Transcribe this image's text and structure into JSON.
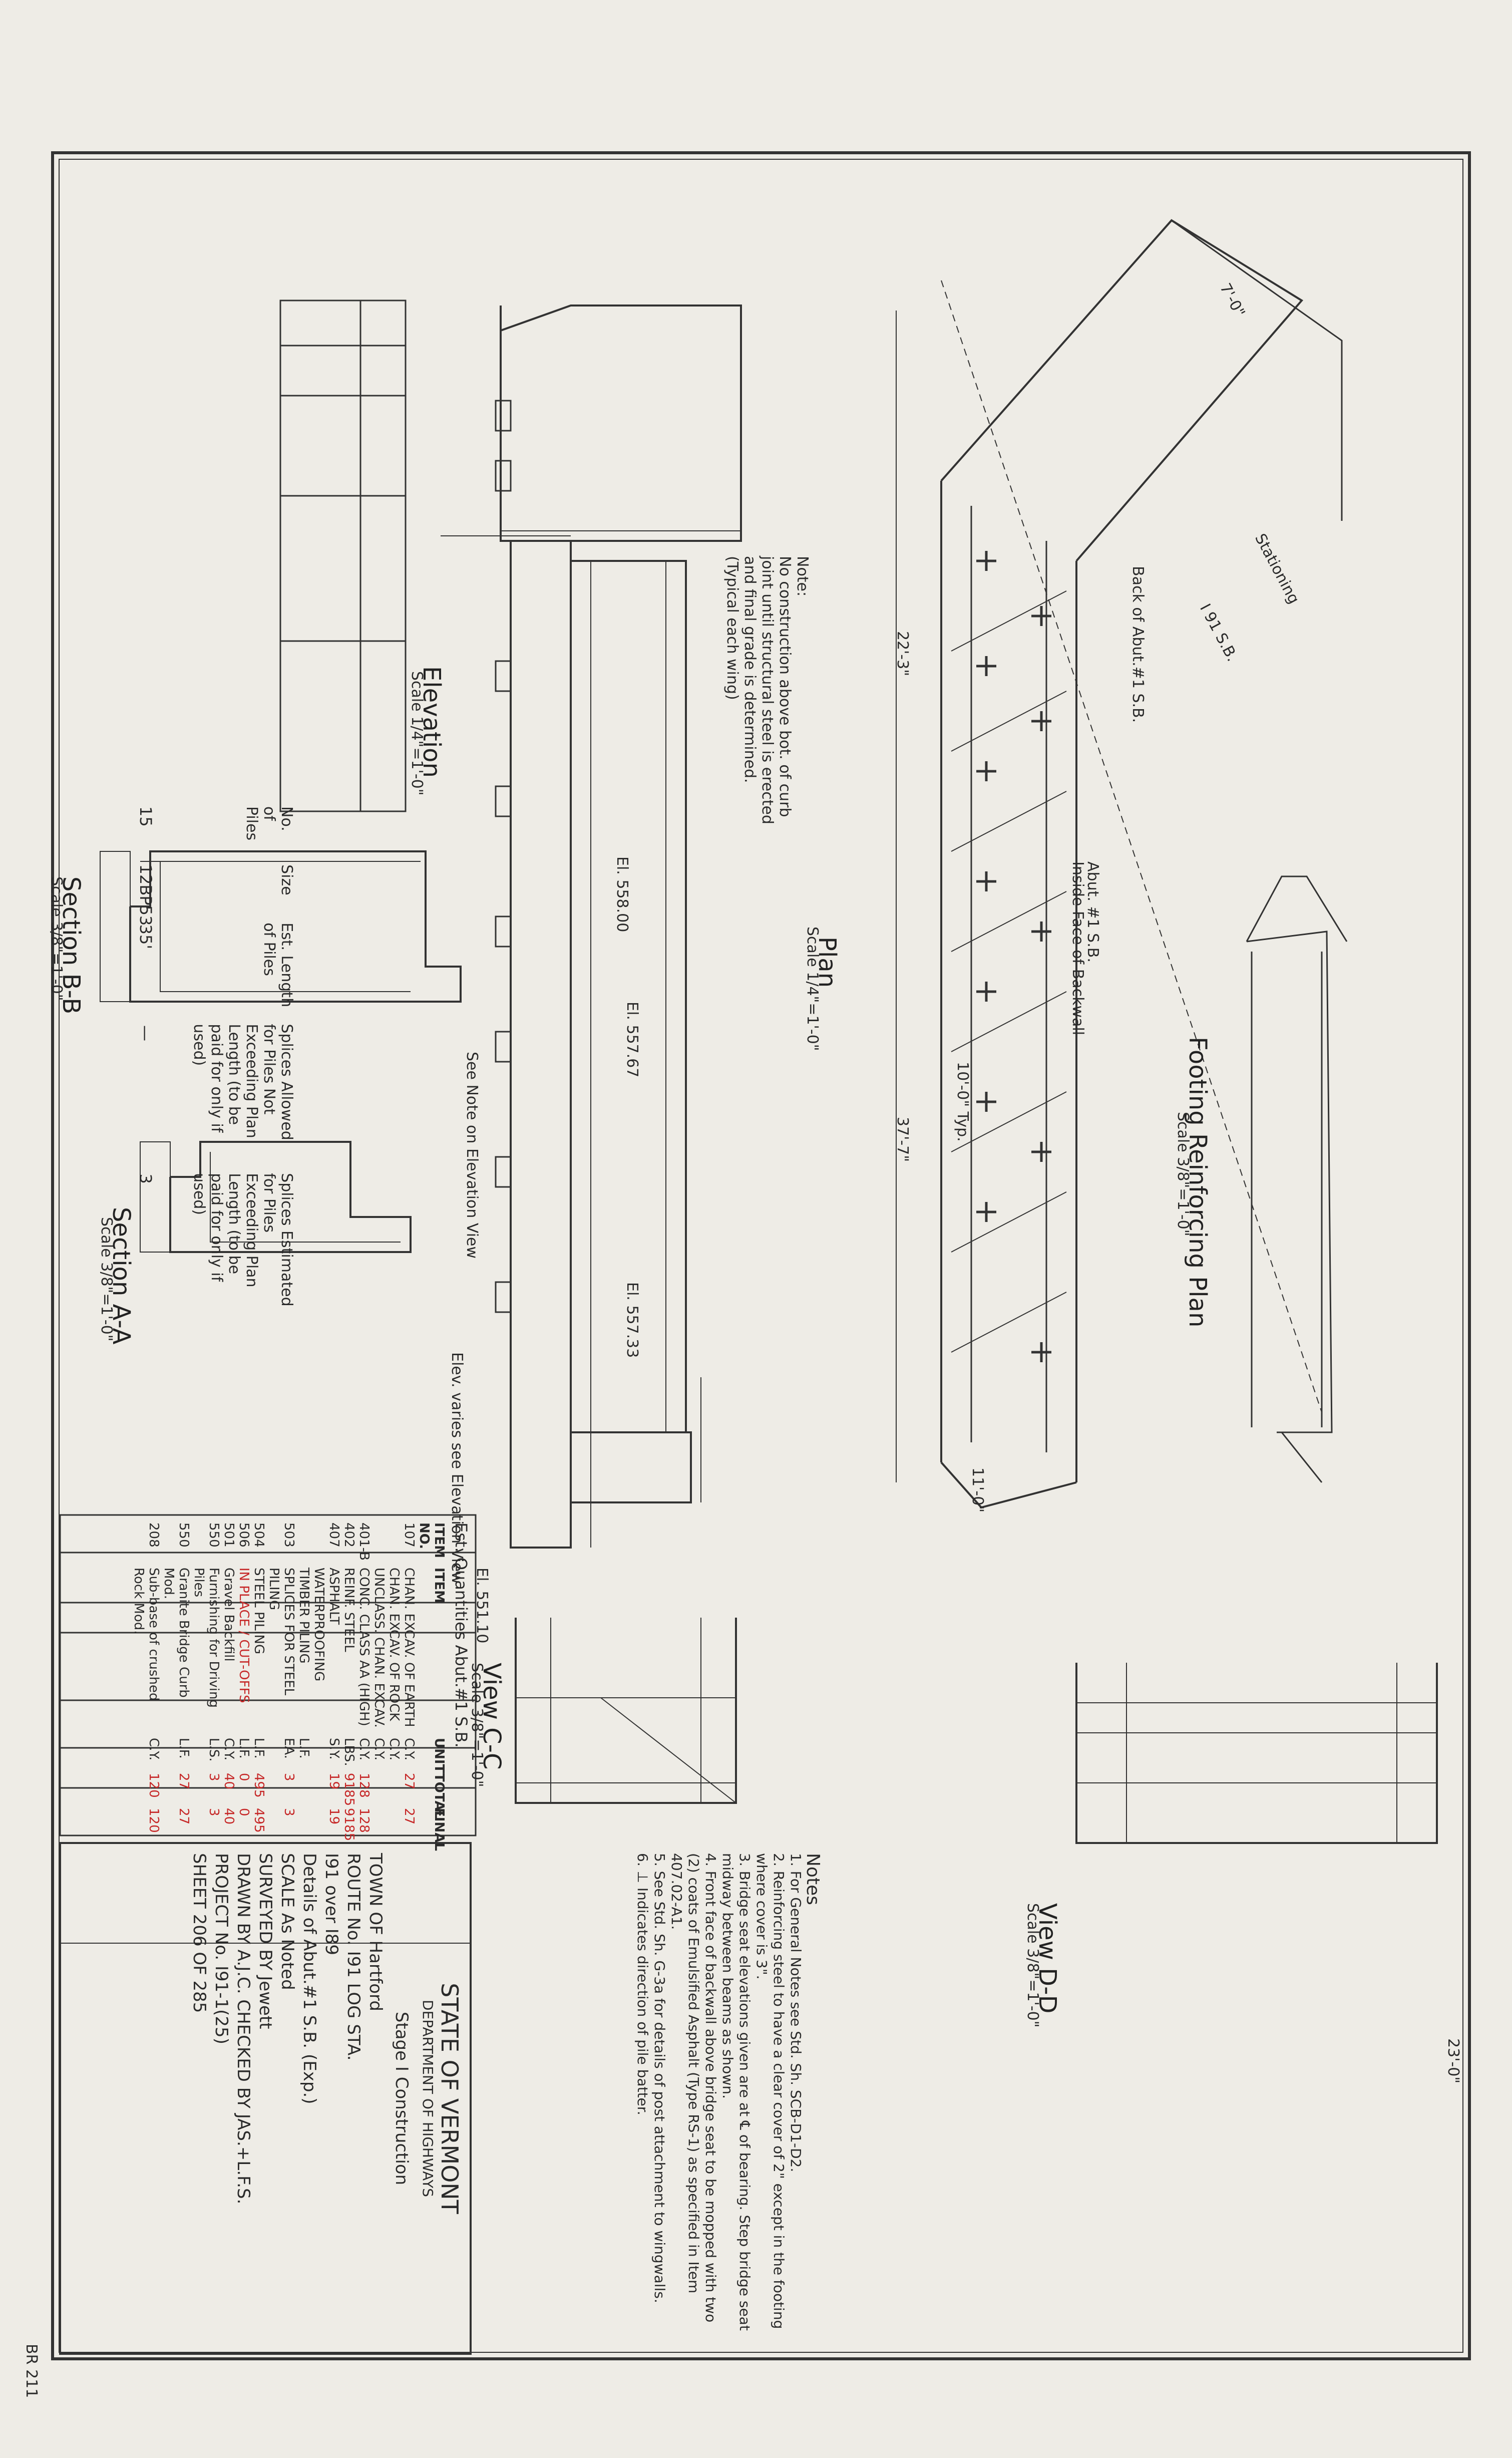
{
  "title_block": {
    "state": "STATE OF VERMONT",
    "department": "DEPARTMENT OF HIGHWAYS",
    "town": "TOWN OF Hartford",
    "route": "ROUTE No. I91 LOG STA.",
    "project_line": "I91 over I89",
    "drawing_title": "Details of Abut.#1 S.B. (Exp.)",
    "scale": "SCALE As Noted",
    "surveyed": "SURVEYED BY Jewett",
    "drawn": "DRAWN BY A.J.C. CHECKED BY JAS.+L.F.S.",
    "project_no": "PROJECT No. I91-1(25)",
    "sheet": "SHEET 206 OF 285",
    "stage": "Stage I Construction",
    "ref": "BR 211"
  },
  "piles_table": {
    "headers": [
      "No. of Piles",
      "Size",
      "Est. Length of Piles",
      "Splices Allowed for Piles Not Exceeding Plan Length (to be paid for only if used)",
      "Splices Estimated for Piles Exceeding Plan Length (to be paid for only if used)"
    ],
    "row": [
      "15",
      "12BP53",
      "35'",
      "—",
      "3"
    ]
  },
  "views": {
    "elevation": "Elevation",
    "elevation_scale": "Scale 1/4\"=1'-0\"",
    "plan": "Plan",
    "plan_scale": "Scale 1/4\"=1'-0\"",
    "footing_plan": "Footing Reinforcing Plan",
    "footing_scale": "Scale 3/8\"=1'-0\"",
    "section_bb": "Section B-B",
    "section_bb_scale": "Scale 3/8\"=1'-0\"",
    "section_aa": "Section A-A",
    "section_aa_scale": "Scale 3/8\"=1'-0\"",
    "view_cc": "View C-C",
    "view_cc_scale": "Scale 3/8\"=1'-0\"",
    "view_dd": "View D-D",
    "view_dd_scale": "Scale 3/8\"=1'-0\""
  },
  "plan_labels": {
    "stationing": "Stationing",
    "i91sb": "I 91 S.B.",
    "abut": "Abut. #1 S.B.",
    "inside_face": "Inside Face of Backwall",
    "back_of_abut": "Back of Abut.#1 S.B.",
    "dim_22_3": "22'-3\"",
    "dim_37_7": "37'-7\"",
    "dim_10_0": "10'-0\" Typ.",
    "dim_11_0": "11'-0\"",
    "dim_7_0": "7'-0\"",
    "dim_23_0": "23'-0\""
  },
  "note": {
    "heading": "Note:",
    "text": "No construction above bot. of curb joint until structural steel is erected and final grade is determined. (Typical each wing)"
  },
  "elevation_labels": {
    "el_brg_1": "El. 558.00",
    "el_brg_2": "El. 557.67",
    "el_brg_3": "El. 557.33",
    "el_5511": "El. 551.10",
    "see_note": "See Note on Elevation View",
    "elev_varies": "Elev. varies see Elevation View"
  },
  "quantities": {
    "heading": "Est. Quantities Abut.#1 S.B.",
    "columns": [
      "ITEM NO.",
      "ITEM",
      "UNIT",
      "TOTAL",
      "FINAL"
    ],
    "rows": [
      [
        "107",
        "CHAN. EXCAV. OF EARTH",
        "C.Y.",
        "27",
        "27"
      ],
      [
        "",
        "CHAN. EXCAV. OF ROCK",
        "C.Y.",
        "",
        ""
      ],
      [
        "",
        "UNCLASS. CHAN. EXCAV.",
        "C.Y.",
        "",
        ""
      ],
      [
        "401-B",
        "CONC. CLASS AA (HIGH)",
        "C.Y.",
        "128",
        "128"
      ],
      [
        "402",
        "REINF. STEEL",
        "LBS.",
        "9185",
        "9185"
      ],
      [
        "407",
        "ASPHALT WATERPROOFING",
        "S.Y.",
        "19",
        "19"
      ],
      [
        "",
        "TIMBER PILING",
        "L.F.",
        "",
        ""
      ],
      [
        "503",
        "SPLICES FOR STEEL PILING",
        "EA.",
        "3",
        "3"
      ],
      [
        "504",
        "STEEL PILING",
        "L.F.",
        "495",
        "495"
      ],
      [
        "506",
        "IN PLACE / CUT-OFFS",
        "L.F.",
        "0",
        "0"
      ],
      [
        "501",
        "Gravel Backfill",
        "C.Y.",
        "40",
        "40"
      ],
      [
        "550",
        "Furnishing for Driving Piles",
        "L.S.",
        "3",
        "3"
      ],
      [
        "550",
        "Granite Bridge Curb Mod.",
        "L.F.",
        "27",
        "27"
      ],
      [
        "208",
        "Sub-base of crushed Rock Mod.",
        "C.Y.",
        "120",
        "120"
      ]
    ]
  },
  "notes": {
    "heading": "Notes",
    "items": [
      "1. For General Notes see Std. Sh. SCB-D1-D2.",
      "2. Reinforcing steel to have a clear cover of 2\" except in the footing where cover is 3\".",
      "3. Bridge seat elevations given are at ℄ of bearing. Step bridge seat midway between beams as shown.",
      "4. Front face of backwall above bridge seat to be mopped with two (2) coats of Emulsified Asphalt (Type RS-1) as specified in Item 407.02-A1.",
      "5. See Std. Sh. G-3a for details of post attachment to wingwalls.",
      "6. ⊥ Indicates direction of pile batter."
    ]
  }
}
